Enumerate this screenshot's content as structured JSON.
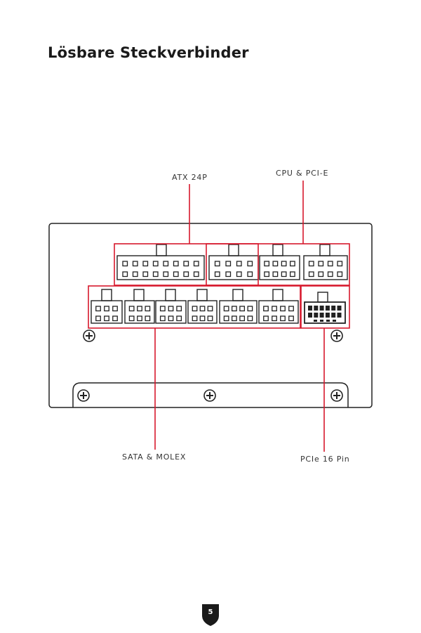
{
  "page": {
    "title": "Lösbare Steckverbinder",
    "page_number": "5"
  },
  "callouts": {
    "atx": "ATX 24P",
    "cpu_pcie": "CPU & PCI-E",
    "sata_molex": "SATA & MOLEX",
    "pcie16": "PCIe 16 Pin"
  },
  "colors": {
    "highlight": "#d7192d",
    "line": "#222222",
    "background": "#ffffff"
  }
}
